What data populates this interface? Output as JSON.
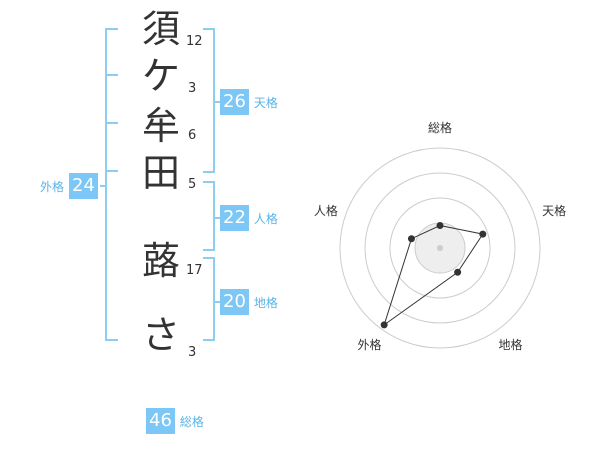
{
  "name_chars": [
    {
      "char": "須",
      "strokes": "12"
    },
    {
      "char": "ケ",
      "strokes": "3"
    },
    {
      "char": "牟",
      "strokes": "6"
    },
    {
      "char": "田",
      "strokes": "5"
    },
    {
      "char": "蕗",
      "strokes": "17"
    },
    {
      "char": "さ",
      "strokes": "3"
    }
  ],
  "scores": {
    "tenkaku": {
      "value": "26",
      "label": "天格"
    },
    "jinkaku": {
      "value": "22",
      "label": "人格"
    },
    "chikaku": {
      "value": "20",
      "label": "地格"
    },
    "gaikaku": {
      "value": "24",
      "label": "外格"
    },
    "soukaku": {
      "value": "46",
      "label": "総格"
    }
  },
  "colors": {
    "accent": "#7cc7f5",
    "label": "#5ab4e8",
    "text": "#333333",
    "bracket": "#8ccdf2"
  },
  "chart_data": {
    "type": "radar",
    "axes": [
      "総格",
      "天格",
      "地格",
      "外格",
      "人格"
    ],
    "rings": 4,
    "max": 4,
    "values": [
      0.9,
      1.8,
      1.2,
      3.8,
      1.2
    ]
  }
}
